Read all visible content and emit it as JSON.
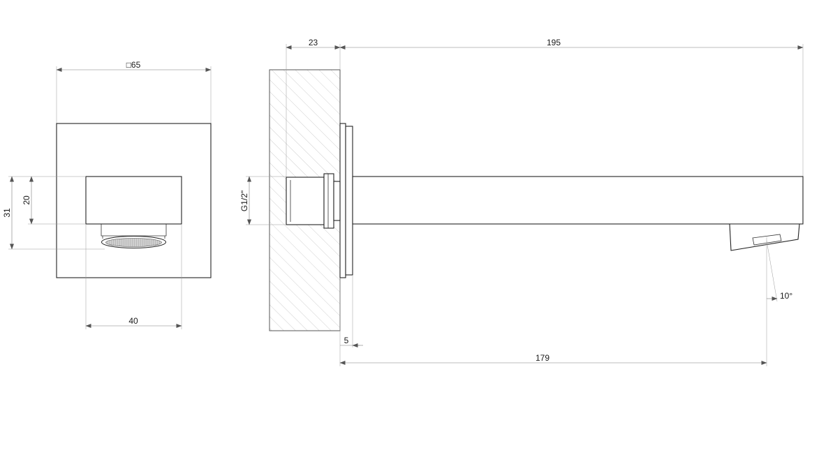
{
  "dimensions": {
    "front_width": "□65",
    "front_outlet_width": "40",
    "front_outlet_height": "20",
    "front_outlet_center": "31",
    "side_wall_thickness": "23",
    "side_spout_length": "195",
    "side_thread": "G1/2\"",
    "side_plate_thickness": "5",
    "side_outlet_distance": "179",
    "side_angle": "10°"
  }
}
